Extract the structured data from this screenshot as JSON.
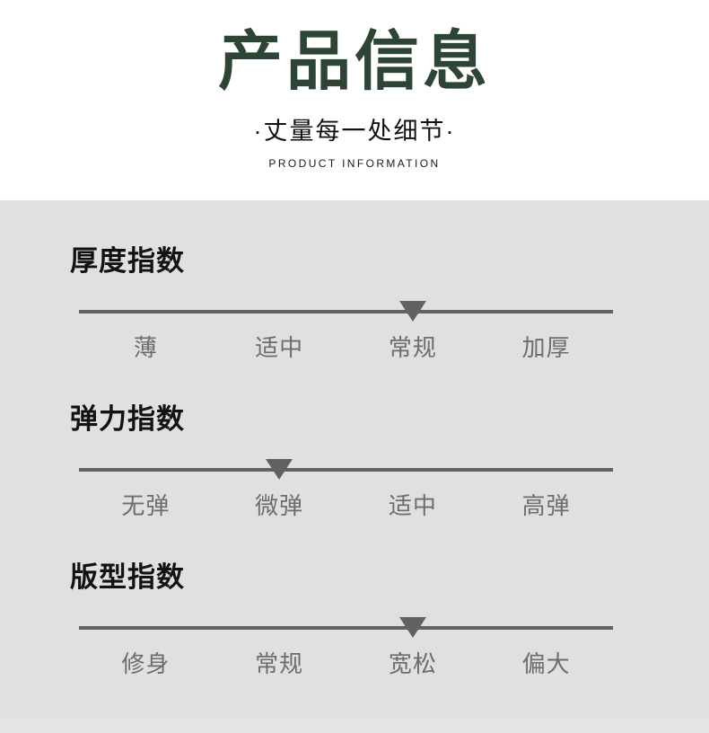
{
  "header": {
    "title": "产品信息",
    "subtitle": "·丈量每一处细节·",
    "eyebrow": "PRODUCT INFORMATION",
    "title_color": "#2e4434"
  },
  "panel": {
    "background_color": "#dfe0df",
    "line_color": "#626262",
    "marker_color": "#616161",
    "label_color": "#6d6d6d",
    "heading_color": "#121212"
  },
  "specs": [
    {
      "heading": "厚度指数",
      "options": [
        "薄",
        "适中",
        "常规",
        "加厚"
      ],
      "selected_index": 2,
      "selected_label": "常规"
    },
    {
      "heading": "弹力指数",
      "options": [
        "无弹",
        "微弹",
        "适中",
        "高弹"
      ],
      "selected_index": 1,
      "selected_label": "微弹"
    },
    {
      "heading": "版型指数",
      "options": [
        "修身",
        "常规",
        "宽松",
        "偏大"
      ],
      "selected_index": 2,
      "selected_label": "宽松"
    }
  ]
}
